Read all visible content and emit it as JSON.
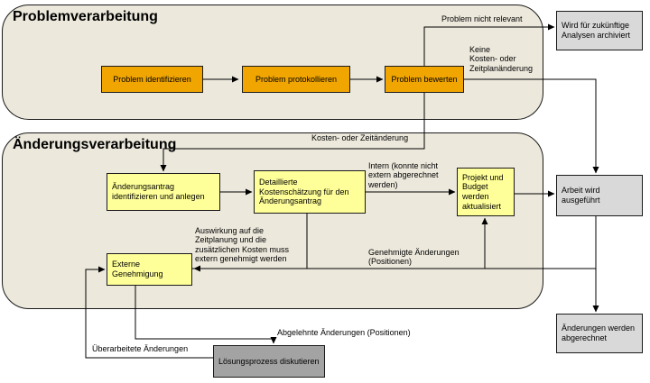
{
  "lanes": {
    "problem": {
      "title": "Problemverarbeitung"
    },
    "change": {
      "title": "Änderungsverarbeitung"
    }
  },
  "nodes": {
    "identify": {
      "label": "Problem identifizieren"
    },
    "log": {
      "label": "Problem protokollieren"
    },
    "evaluate": {
      "label": "Problem bewerten"
    },
    "archive": {
      "label": "Wird für zukünftige Analysen archiviert"
    },
    "work": {
      "label": "Arbeit wird ausgeführt"
    },
    "billed": {
      "label": "Änderungen werden abgerechnet"
    },
    "change_request": {
      "label": "Änderungsantrag identifizieren und anlegen"
    },
    "cost_estimate": {
      "label": "Detaillierte Kostenschätzung für den Änderungsantrag"
    },
    "project_budget": {
      "label": "Projekt und Budget werden aktualisiert"
    },
    "external_approval": {
      "label": "Externe Genehmigung"
    },
    "solution_process": {
      "label": "Lösungsprozess diskutieren"
    }
  },
  "edge_labels": {
    "not_relevant": "Problem nicht relevant",
    "no_change": "Keine\nKosten- oder\nZeitplanänderung",
    "cost_time_change": "Kosten- oder Zeitänderung",
    "internal": "Intern (konnte nicht\nextern abgerechnet\nwerden)",
    "impact": "Auswirkung auf die\nZeitplanung und die\nzusätzlichen Kosten muss\nextern genehmigt werden",
    "approved": "Genehmigte Änderungen\n(Positionen)",
    "rejected": "Abgelehnte Änderungen (Positionen)",
    "revised": "Überarbeitete Änderungen"
  },
  "colors": {
    "lane_bg": "#ece8dc",
    "problem_step": "#f0a500",
    "change_step": "#ffff99",
    "result_box": "#d9d9d9",
    "solution_box": "#a3a3a3",
    "connector": "#000000"
  }
}
